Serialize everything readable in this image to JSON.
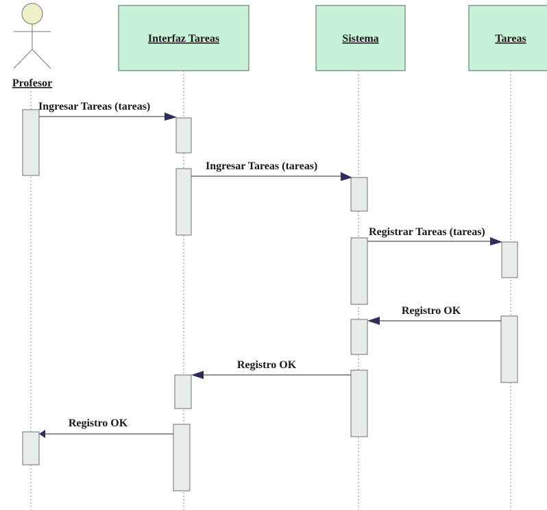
{
  "colors": {
    "header_fill": "#c8f2d8",
    "activation_fill": "#e6ece8",
    "arrow": "#2e2e5a",
    "actor_head": "#f0f0c8"
  },
  "actor": {
    "label": "Profesor"
  },
  "lifelines": [
    {
      "id": "interfaz",
      "label": "Interfaz Tareas"
    },
    {
      "id": "sistema",
      "label": "Sistema"
    },
    {
      "id": "tareas",
      "label": "Tareas"
    }
  ],
  "messages": [
    {
      "from": "Profesor",
      "to": "Interfaz Tareas",
      "label": "Ingresar Tareas (tareas)"
    },
    {
      "from": "Interfaz Tareas",
      "to": "Sistema",
      "label": "Ingresar Tareas (tareas)"
    },
    {
      "from": "Sistema",
      "to": "Tareas",
      "label": "Registrar Tareas (tareas)"
    },
    {
      "from": "Tareas",
      "to": "Sistema",
      "label": "Registro OK"
    },
    {
      "from": "Sistema",
      "to": "Interfaz Tareas",
      "label": "Registro OK"
    },
    {
      "from": "Interfaz Tareas",
      "to": "Profesor",
      "label": "Registro OK"
    }
  ]
}
